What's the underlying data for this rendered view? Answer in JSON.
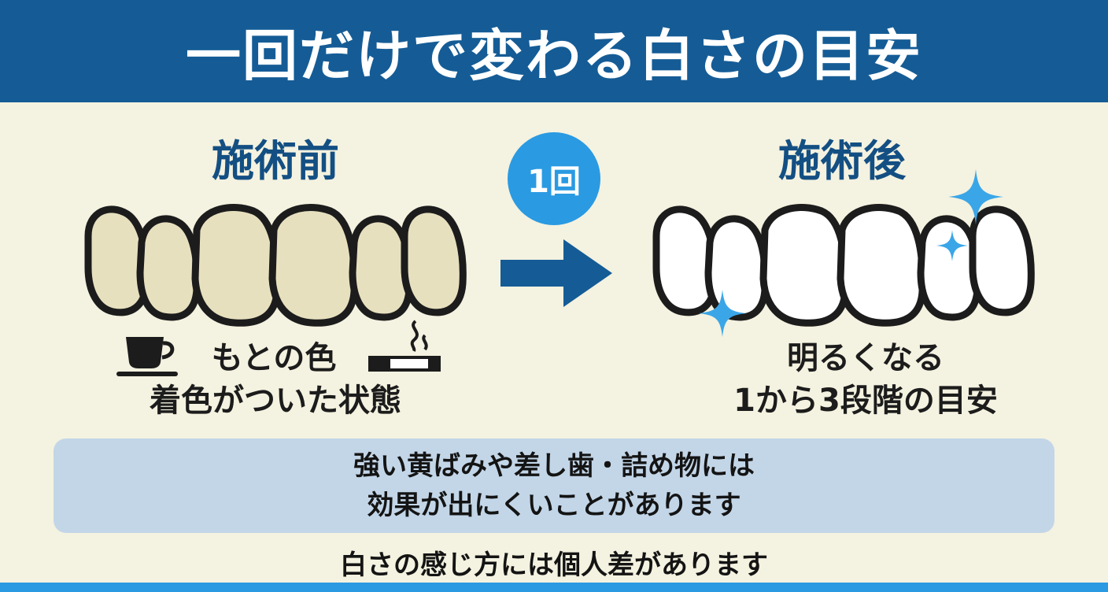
{
  "header": {
    "title": "一回だけで変わる白さの目安"
  },
  "before": {
    "title": "施術前",
    "caption_line1": "もとの色",
    "caption_line2": "着色がついた状態",
    "tooth_color": "#e7e0bf"
  },
  "after": {
    "title": "施術後",
    "caption_line1": "明るくなる",
    "caption_line2": "1から3段階の目安",
    "tooth_color": "#ffffff"
  },
  "badge": {
    "label": "1回"
  },
  "note": {
    "line1": "強い黄ばみや差し歯・詰め物には",
    "line2": "効果が出にくいことがあります"
  },
  "footer": {
    "text": "白さの感じ方には個人差があります"
  },
  "colors": {
    "header_bg": "#155c96",
    "title_text": "#134f83",
    "accent": "#2a9ae2",
    "arrow": "#155c96",
    "background": "#f4f2e0",
    "note_bg": "#c3d6e8"
  },
  "icons": {
    "before_left": "coffee-cup-icon",
    "before_right": "cigarette-icon",
    "after_sparkles": "sparkle-icon"
  }
}
